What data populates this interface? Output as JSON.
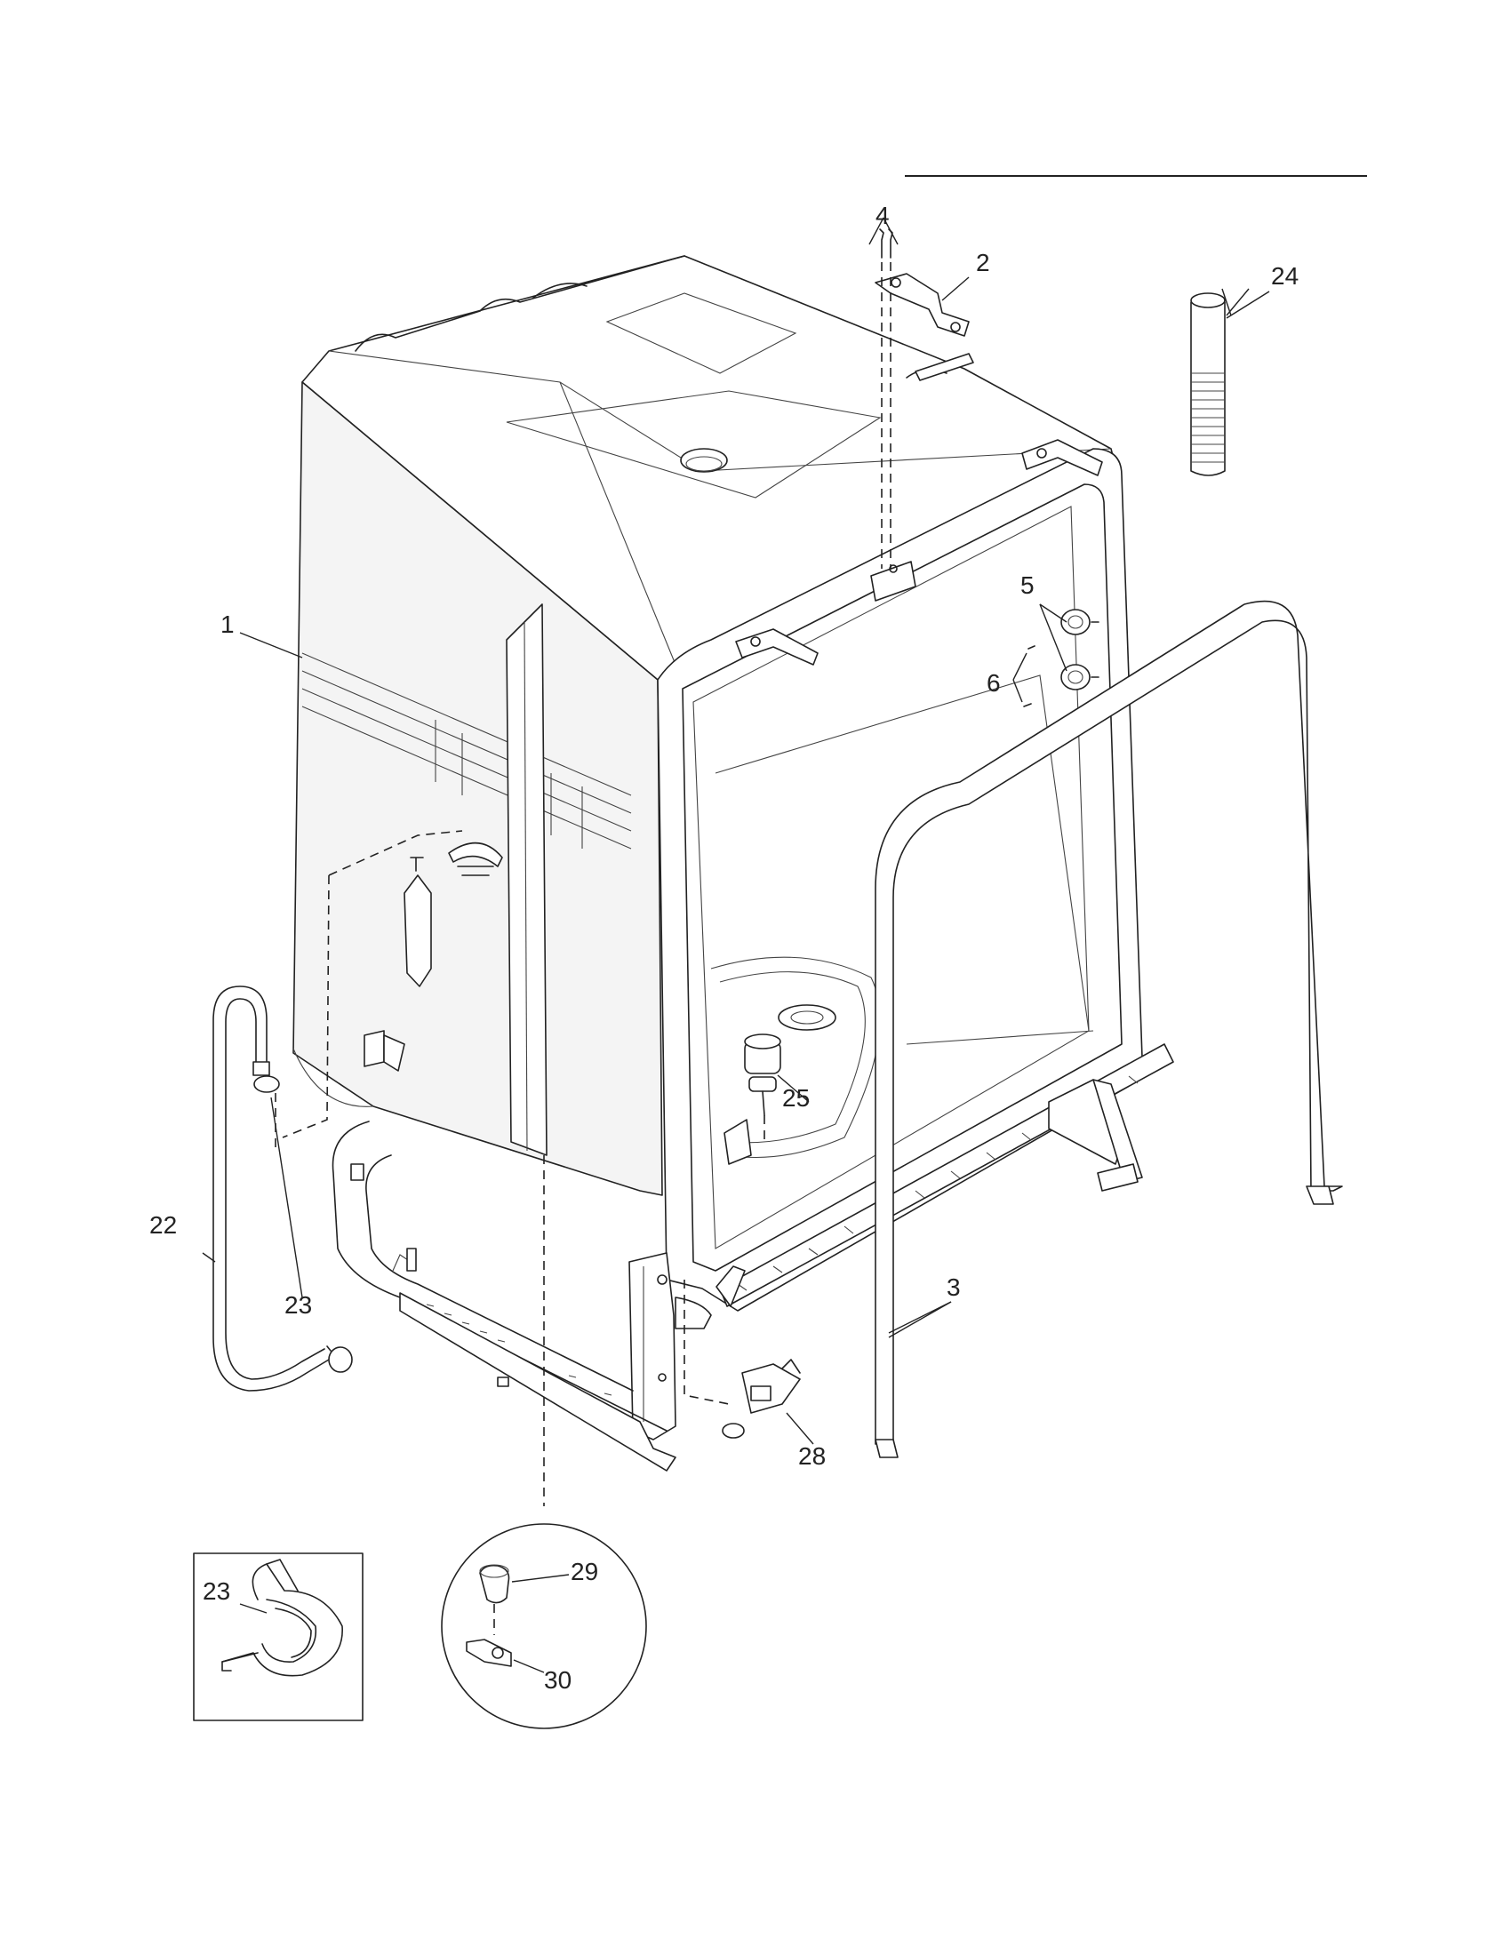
{
  "callouts": {
    "c1": "1",
    "c2": "2",
    "c3": "3",
    "c4": "4",
    "c5": "5",
    "c6": "6",
    "c22": "22",
    "c23": "23",
    "c23b": "23",
    "c24": "24",
    "c25": "25",
    "c28": "28",
    "c29": "29",
    "c30": "30"
  }
}
